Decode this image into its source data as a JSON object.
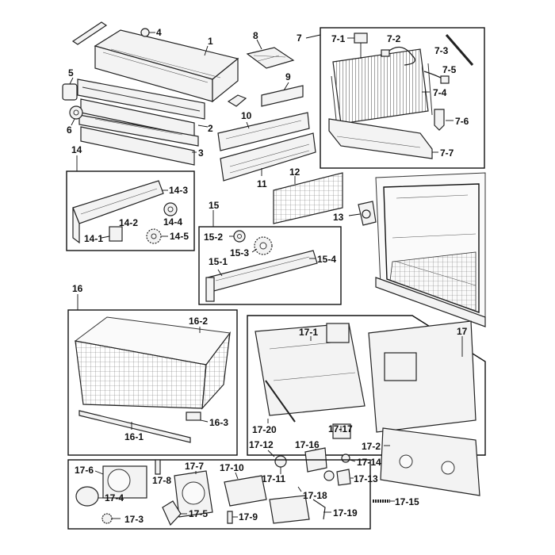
{
  "labels": {
    "p1": "1",
    "p2": "2",
    "p3": "3",
    "p4": "4",
    "p5": "5",
    "p6": "6",
    "p7": "7",
    "p7_1": "7-1",
    "p7_2": "7-2",
    "p7_3": "7-3",
    "p7_4": "7-4",
    "p7_5": "7-5",
    "p7_6": "7-6",
    "p7_7": "7-7",
    "p8": "8",
    "p9": "9",
    "p10": "10",
    "p11": "11",
    "p12": "12",
    "p13": "13",
    "p14": "14",
    "p14_1": "14-1",
    "p14_2": "14-2",
    "p14_3": "14-3",
    "p14_4": "14-4",
    "p14_5": "14-5",
    "p15": "15",
    "p15_1": "15-1",
    "p15_2": "15-2",
    "p15_3": "15-3",
    "p15_4": "15-4",
    "p16": "16",
    "p16_1": "16-1",
    "p16_2": "16-2",
    "p16_3": "16-3",
    "p17": "17",
    "p17_1": "17-1",
    "p17_2": "17-2",
    "p17_3": "17-3",
    "p17_4": "17-4",
    "p17_5": "17-5",
    "p17_6": "17-6",
    "p17_7": "17-7",
    "p17_8": "17-8",
    "p17_9": "17-9",
    "p17_10": "17-10",
    "p17_11": "17-11",
    "p17_12": "17-12",
    "p17_13": "17-13",
    "p17_14": "17-14",
    "p17_15": "17-15",
    "p17_16": "17-16",
    "p17_17": "17-17",
    "p17_18": "17-18",
    "p17_19": "17-19",
    "p17_20": "17-20"
  }
}
